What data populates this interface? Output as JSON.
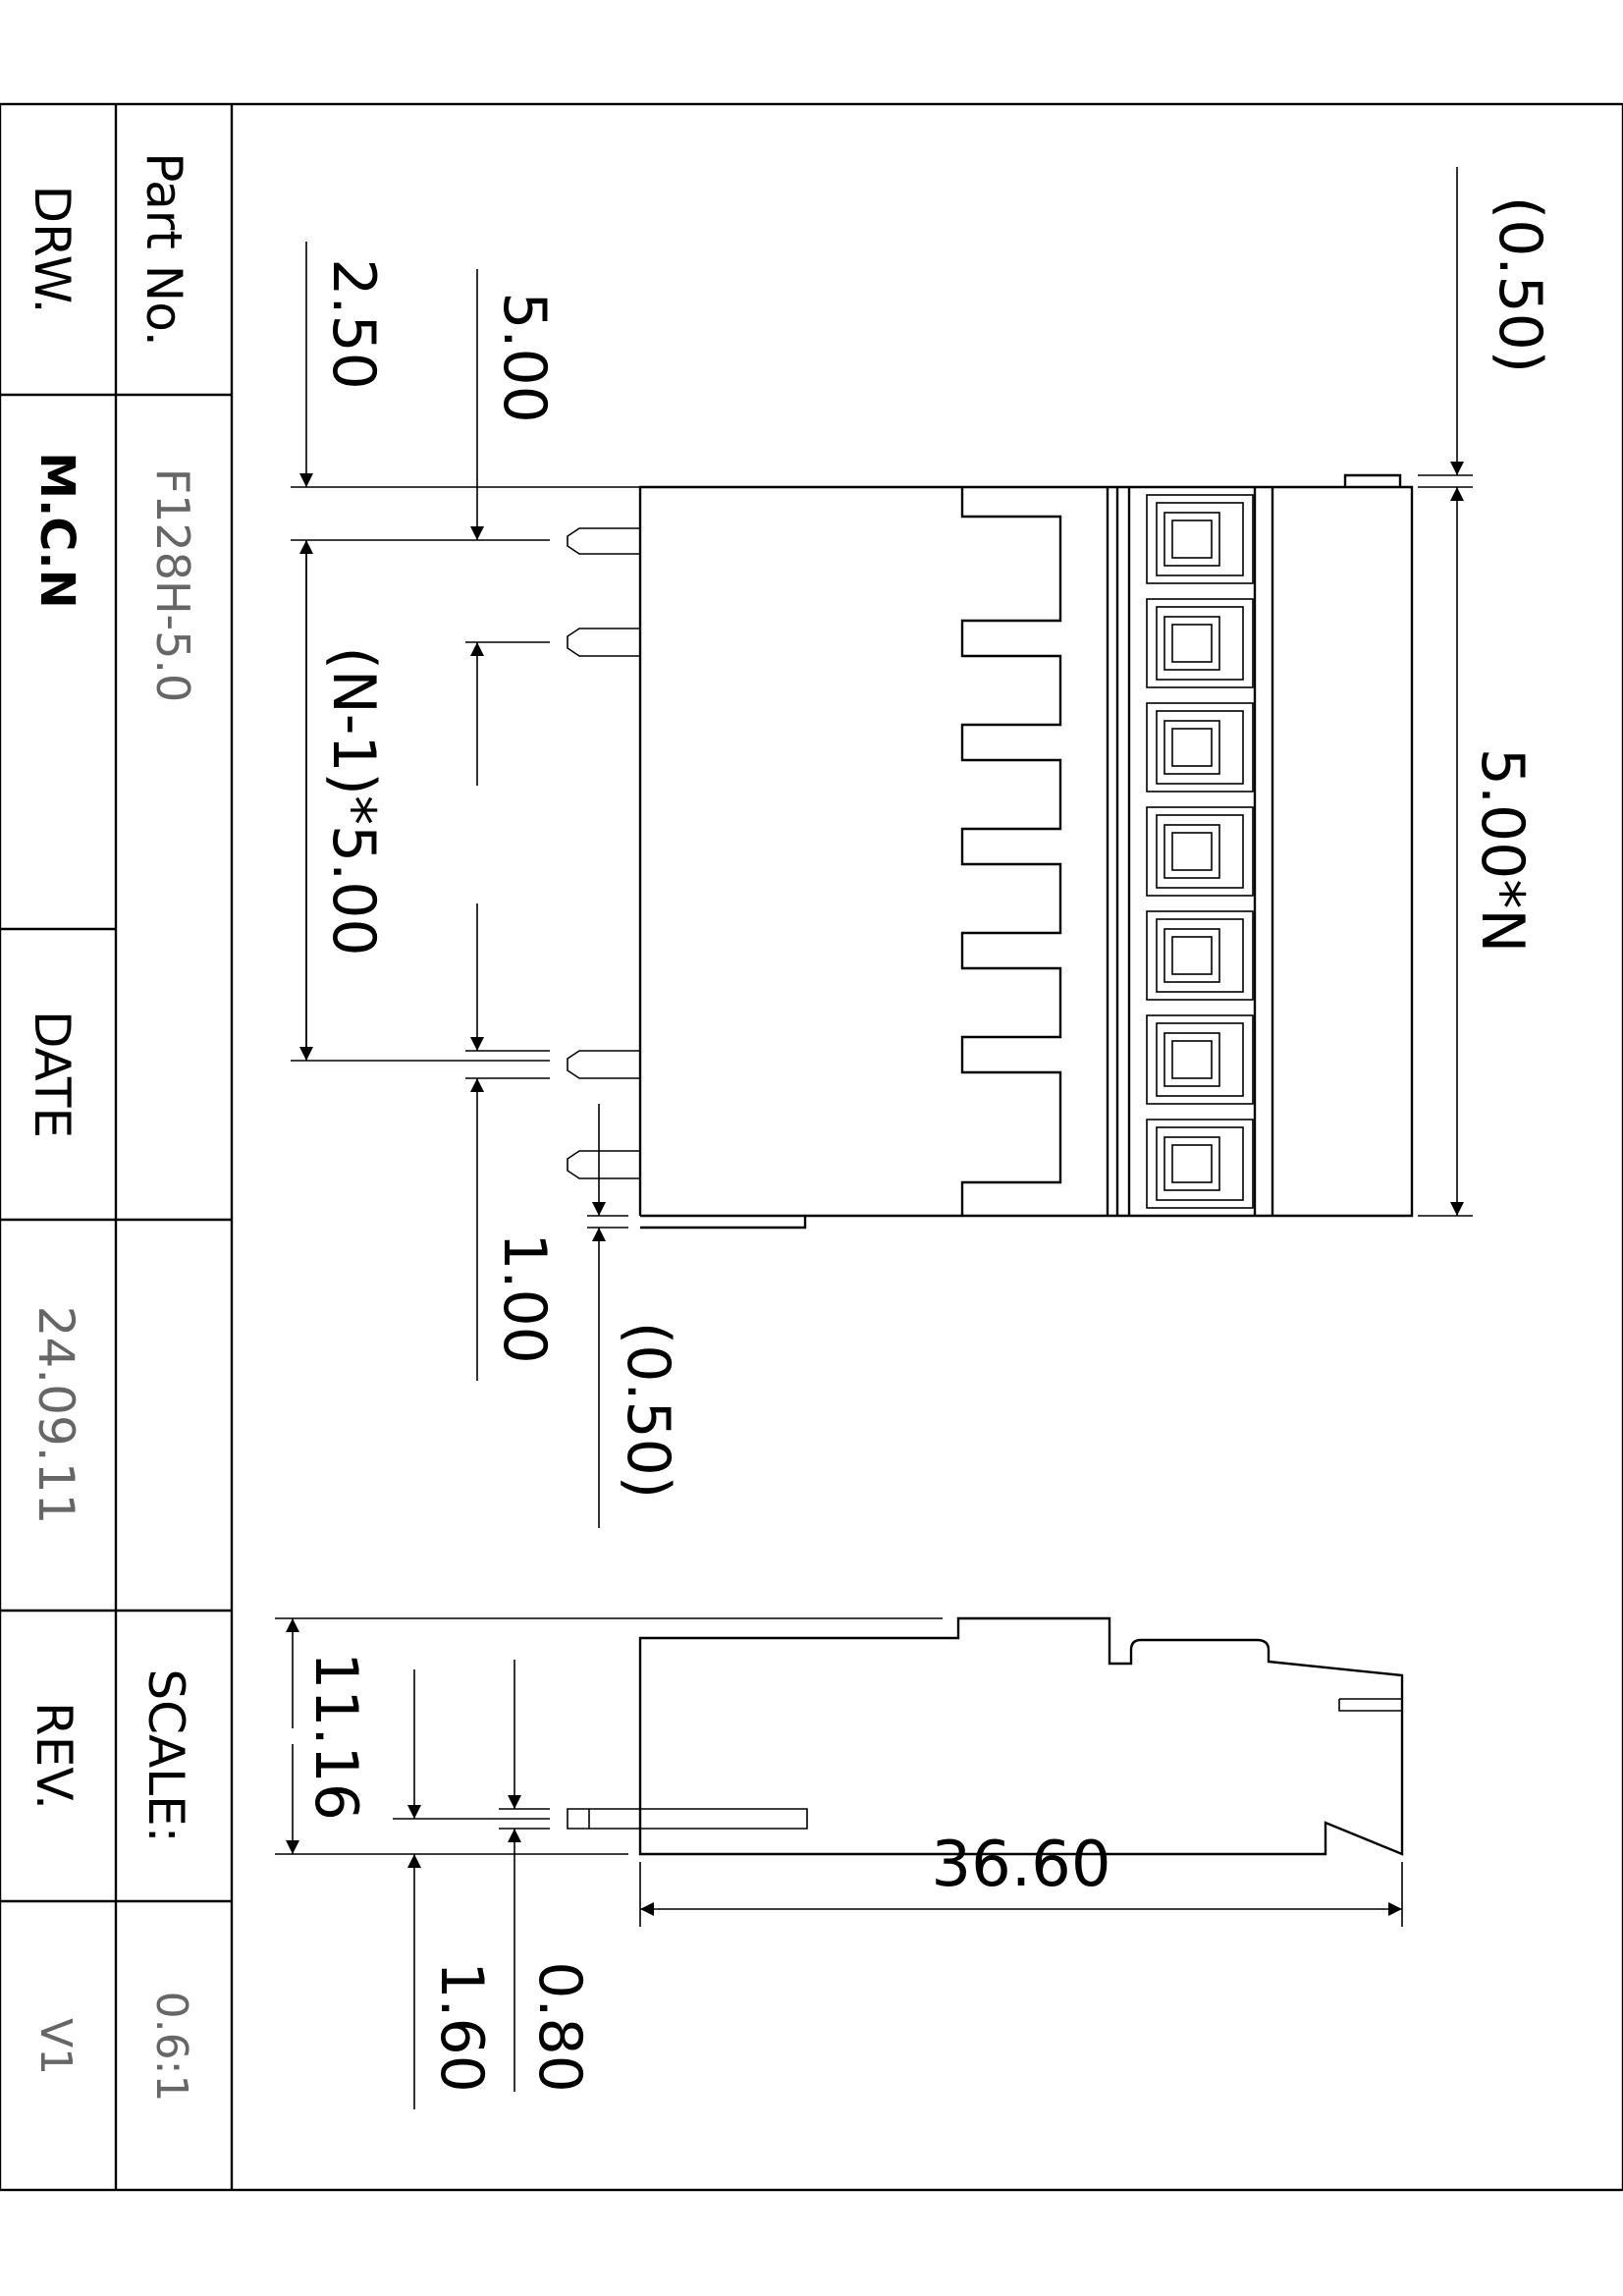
{
  "title_block": {
    "part_no_label": "Part No.",
    "part_no_value": "F128H-5.0",
    "drw_label": "DRW.",
    "drw_value": "M.C.N",
    "date_label": "DATE",
    "date_value": "24.09.11",
    "scale_label": "SCALE:",
    "scale_value": "0.6:1",
    "rev_label": "REV.",
    "rev_value": "V1"
  },
  "dimensions": {
    "top_offset": "(0.50)",
    "pitch_total": "5.00*N",
    "pin_offset": "2.50",
    "pitch": "5.00",
    "span": "(N-1)*5.00",
    "pin_width": "1.00",
    "bottom_offset": "(0.50)",
    "height": "11.16",
    "pin_thickness": "0.80",
    "pin_height": "1.60",
    "length": "36.60"
  },
  "drawing": {
    "terminal_count": 7,
    "ink_color": "#000000",
    "value_color": "#666666"
  }
}
